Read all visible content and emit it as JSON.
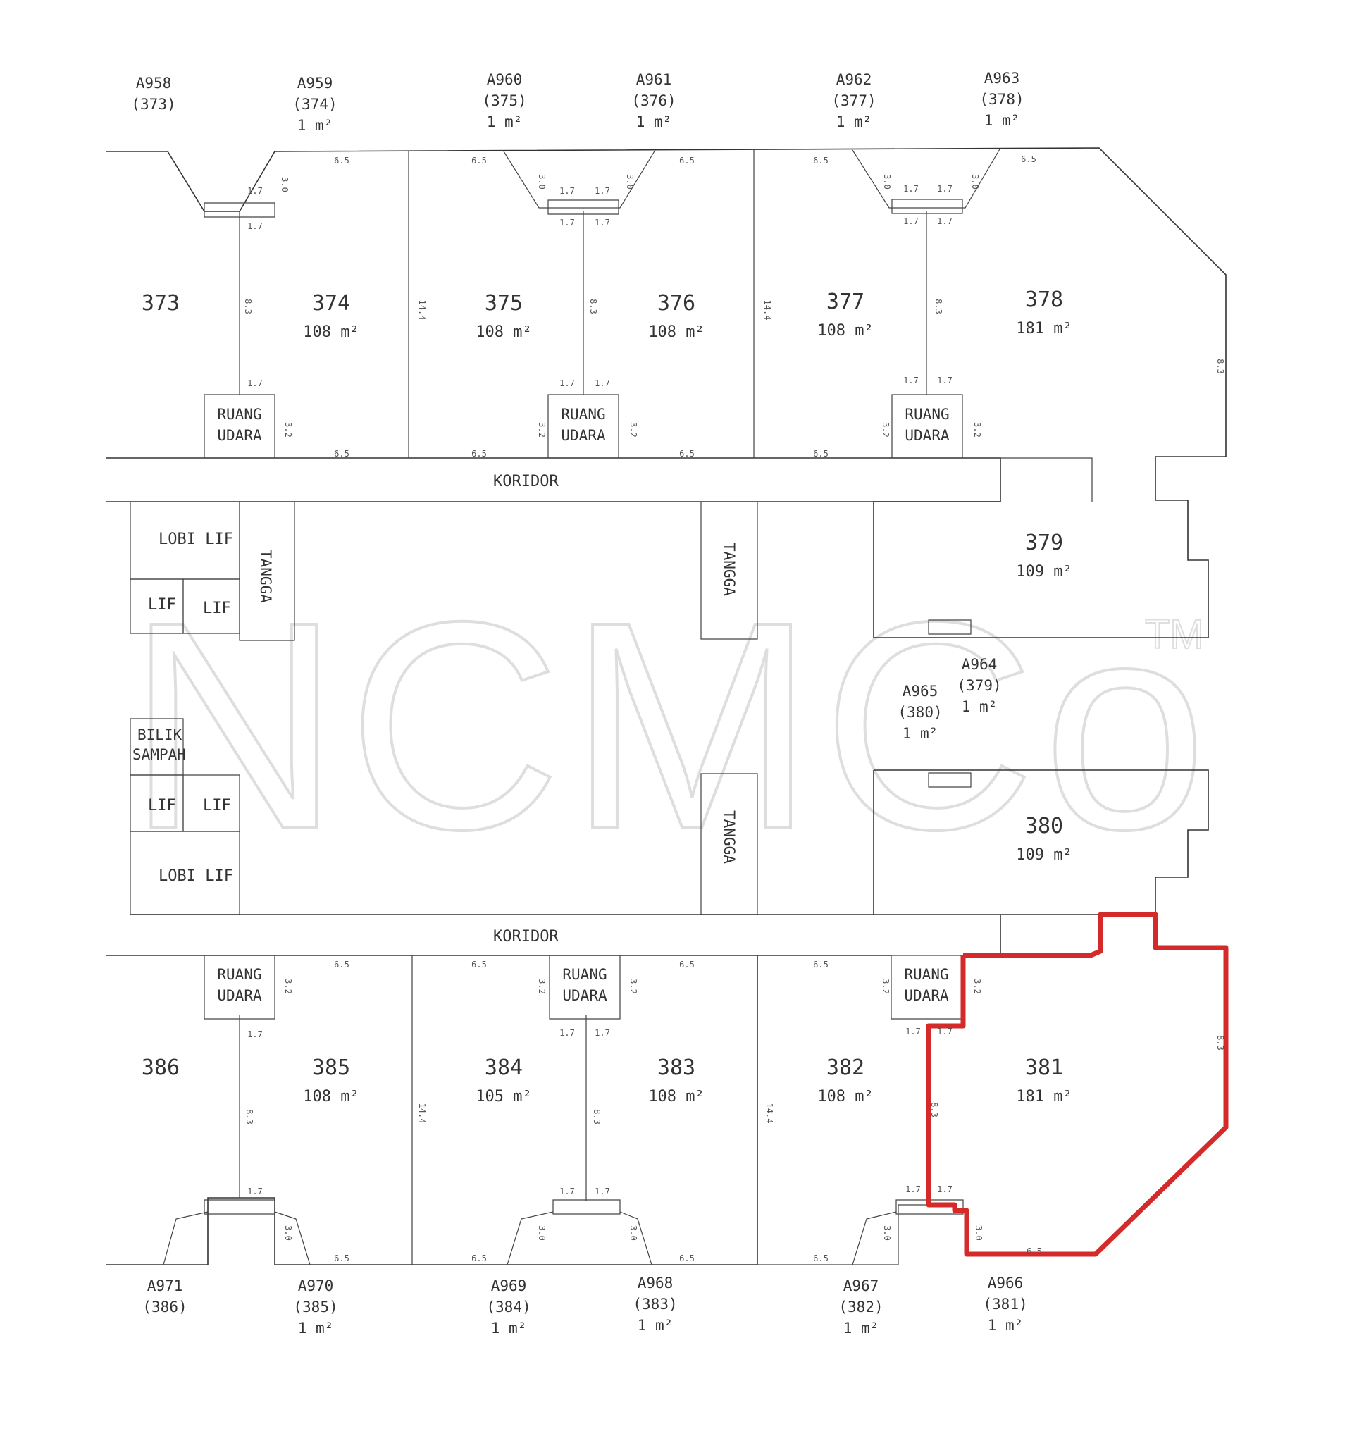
{
  "corridor_label": "KORIDOR",
  "air_space_label": [
    "RUANG",
    "UDARA"
  ],
  "area_unit": "m²",
  "units": [
    {
      "id": "373",
      "area": ""
    },
    {
      "id": "374",
      "area": "108"
    },
    {
      "id": "375",
      "area": "108"
    },
    {
      "id": "376",
      "area": "108"
    },
    {
      "id": "377",
      "area": "108"
    },
    {
      "id": "378",
      "area": "181"
    },
    {
      "id": "379",
      "area": "109"
    },
    {
      "id": "380",
      "area": "109"
    },
    {
      "id": "381",
      "area": "181"
    },
    {
      "id": "382",
      "area": "108"
    },
    {
      "id": "383",
      "area": "108"
    },
    {
      "id": "384",
      "area": "105"
    },
    {
      "id": "385",
      "area": "108"
    },
    {
      "id": "386",
      "area": ""
    }
  ],
  "accessory_parcels": [
    {
      "code": "A958",
      "unit": "(373)",
      "area": ""
    },
    {
      "code": "A959",
      "unit": "(374)",
      "area": "1 m²"
    },
    {
      "code": "A960",
      "unit": "(375)",
      "area": "1 m²"
    },
    {
      "code": "A961",
      "unit": "(376)",
      "area": "1 m²"
    },
    {
      "code": "A962",
      "unit": "(377)",
      "area": "1 m²"
    },
    {
      "code": "A963",
      "unit": "(378)",
      "area": "1 m²"
    },
    {
      "code": "A964",
      "unit": "(379)",
      "area": "1 m²"
    },
    {
      "code": "A965",
      "unit": "(380)",
      "area": "1 m²"
    },
    {
      "code": "A966",
      "unit": "(381)",
      "area": "1 m²"
    },
    {
      "code": "A967",
      "unit": "(382)",
      "area": "1 m²"
    },
    {
      "code": "A968",
      "unit": "(383)",
      "area": "1 m²"
    },
    {
      "code": "A969",
      "unit": "(384)",
      "area": "1 m²"
    },
    {
      "code": "A970",
      "unit": "(385)",
      "area": "1 m²"
    },
    {
      "code": "A971",
      "unit": "(386)",
      "area": ""
    }
  ],
  "rooms": {
    "lobby_lift": "LOBI LIF",
    "lift": "LIF",
    "stairs": "TANGGA",
    "refuse_room": [
      "BILIK",
      "SAMPAH"
    ]
  },
  "dimensions": {
    "frontage": "6.5",
    "depth": "14.4",
    "party_wall": "8.3",
    "air_well": "1.7",
    "air_well_depth": "3.2",
    "ac_ledge": "3.0"
  },
  "watermark": {
    "text": "NCMCo",
    "mark": "TM"
  },
  "highlight": {
    "unit": "381",
    "color": "#d42a2a"
  }
}
